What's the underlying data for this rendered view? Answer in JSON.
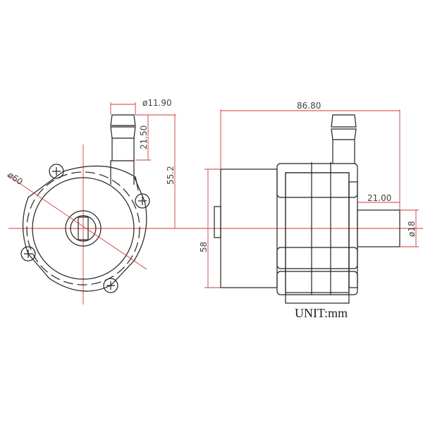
{
  "dimensions": {
    "inlet_diameter": "ø11.90",
    "barb_length": "21.50",
    "outlet_height": "55.2",
    "body_diameter": "ø60",
    "total_length": "86.80",
    "outlet_length": "21.00",
    "outlet_diameter": "ø18",
    "body_height": "58"
  },
  "unit_label": "UNIT:mm",
  "colors": {
    "dimension": "#d23a3a",
    "outline": "#222222"
  }
}
